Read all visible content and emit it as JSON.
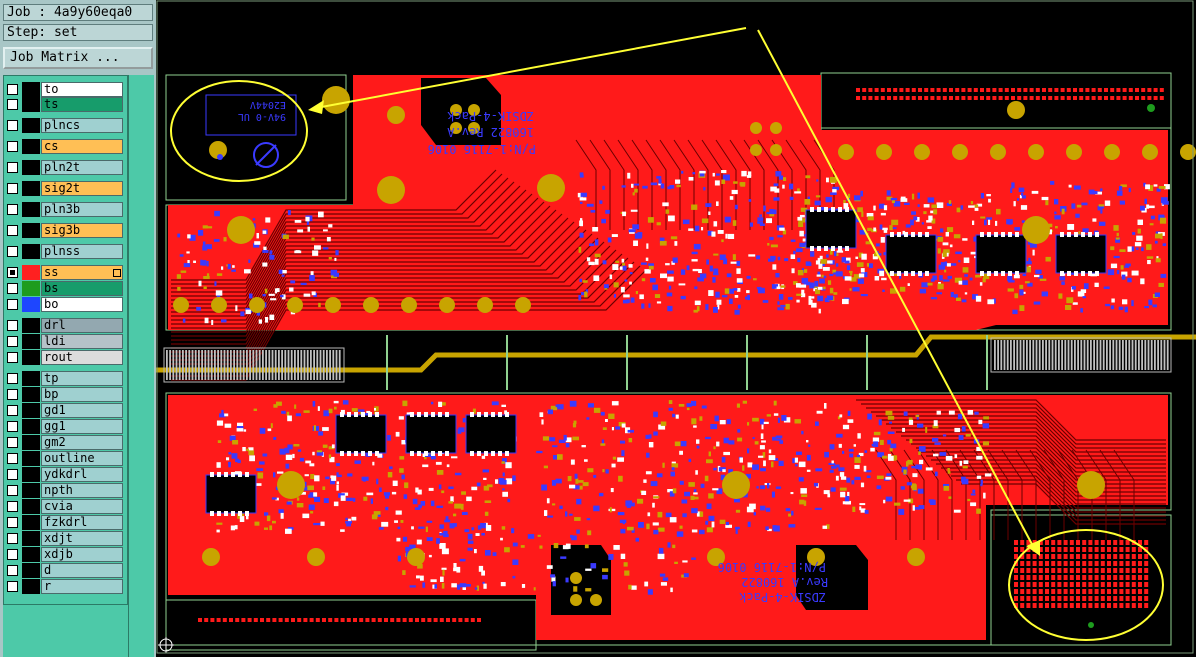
{
  "info": {
    "job": "Job : 4a9y60eqa0",
    "step": "Step: set",
    "job_matrix_button": "Job Matrix ..."
  },
  "layers": [
    {
      "name": "to",
      "active": false,
      "color": "#ffffff"
    },
    {
      "name": "ts",
      "active": false,
      "color": "#179c6b"
    },
    {
      "name": "plncs",
      "active": false,
      "color": "#9fd0d0"
    },
    {
      "name": "cs",
      "active": false,
      "color": "#ffbf55"
    },
    {
      "name": "pln2t",
      "active": false,
      "color": "#9fd0d0"
    },
    {
      "name": "sig2t",
      "active": false,
      "color": "#ffbf55"
    },
    {
      "name": "pln3b",
      "active": false,
      "color": "#9fd0d0"
    },
    {
      "name": "sig3b",
      "active": false,
      "color": "#ffbf55"
    },
    {
      "name": "plnss",
      "active": false,
      "color": "#9fd0d0"
    },
    {
      "name": "ss",
      "active": true,
      "color": "#ffbf55",
      "swatch": "#ff2020"
    },
    {
      "name": "bs",
      "active": false,
      "color": "#179c6b",
      "swatch": "#1e9c1e"
    },
    {
      "name": "bo",
      "active": false,
      "color": "#ffffff",
      "swatch": "#1e46ff"
    },
    {
      "name": "drl",
      "active": false,
      "color": "#93a8b0"
    },
    {
      "name": "ldi",
      "active": false,
      "color": "#b5c2c8"
    },
    {
      "name": "rout",
      "active": false,
      "color": "#dcdcdc"
    },
    {
      "name": "tp",
      "active": false,
      "color": "#9fd0d0"
    },
    {
      "name": "bp",
      "active": false,
      "color": "#9fd0d0"
    },
    {
      "name": "gd1",
      "active": false,
      "color": "#9fd0d0"
    },
    {
      "name": "gg1",
      "active": false,
      "color": "#9fd0d0"
    },
    {
      "name": "gm2",
      "active": false,
      "color": "#9fd0d0"
    },
    {
      "name": "outline",
      "active": false,
      "color": "#9fd0d0"
    },
    {
      "name": "ydkdrl",
      "active": false,
      "color": "#9fd0d0"
    },
    {
      "name": "npth",
      "active": false,
      "color": "#9fd0d0"
    },
    {
      "name": "cvia",
      "active": false,
      "color": "#9fd0d0"
    },
    {
      "name": "fzkdrl",
      "active": false,
      "color": "#9fd0d0"
    },
    {
      "name": "xdjt",
      "active": false,
      "color": "#9fd0d0"
    },
    {
      "name": "xdjb",
      "active": false,
      "color": "#9fd0d0"
    },
    {
      "name": "d",
      "active": false,
      "color": "#9fd0d0"
    },
    {
      "name": "r",
      "active": false,
      "color": "#9fd0d0"
    }
  ],
  "board": {
    "copper_color": "#ff1a1a",
    "pad_color": "#c8a400",
    "trace_color": "#6b0000",
    "outline_color": "#8fd18f",
    "annotation_color": "#ffff33",
    "panel_bg": "#000000"
  },
  "legends": {
    "top_board_a": "ZDSIK-4-Pack",
    "top_board_b": "160822 Rev.A",
    "top_board_c": "P/N:1-7116 0106",
    "bottom_board_a": "P/N:1-7116 0106",
    "bottom_board_b": "Rev.A 160822",
    "bottom_board_c": "ZDSIK-4-Pack",
    "logo_text": "E2044V",
    "logo_text_b": "94V-0 UL"
  },
  "icons": {
    "origin": "crosshair-origin-icon",
    "expand": "expand-box-icon"
  }
}
